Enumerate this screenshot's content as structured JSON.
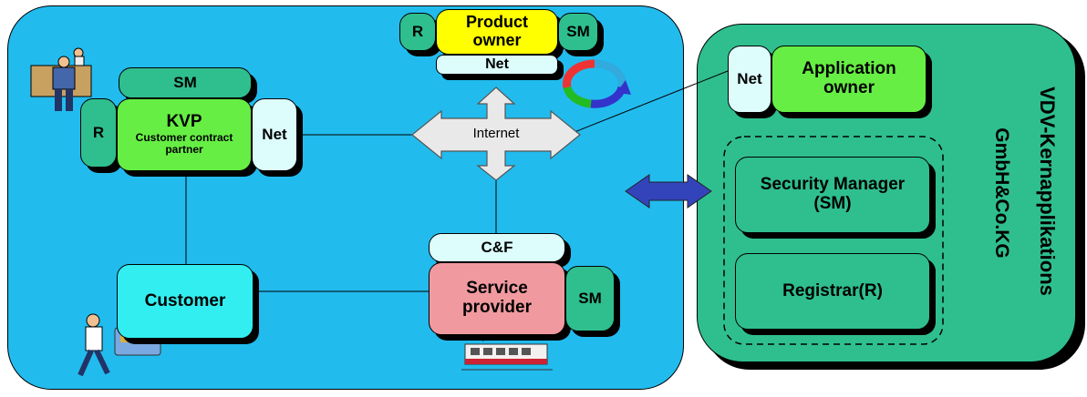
{
  "left_cloud": {
    "kvp": {
      "sm": "SM",
      "r": "R",
      "title": "KVP",
      "subtitle": "Customer contract partner",
      "net": "Net"
    },
    "product_owner": {
      "r": "R",
      "title": "Product owner",
      "sm": "SM",
      "net": "Net"
    },
    "internet": "Internet",
    "customer": "Customer",
    "service_provider": {
      "cf": "C&F",
      "title": "Service provider",
      "sm": "SM"
    }
  },
  "right_panel": {
    "title_line1": "VDV-Kernapplikations",
    "title_line2": "GmbH&Co.KG",
    "net": "Net",
    "app_owner": "Application owner",
    "security_manager": "Security Manager (SM)",
    "registrar": "Registrar(R)"
  },
  "colors": {
    "cloud": "#22bbee",
    "panel": "#2fbf8f",
    "arrow": "#3344bb"
  }
}
